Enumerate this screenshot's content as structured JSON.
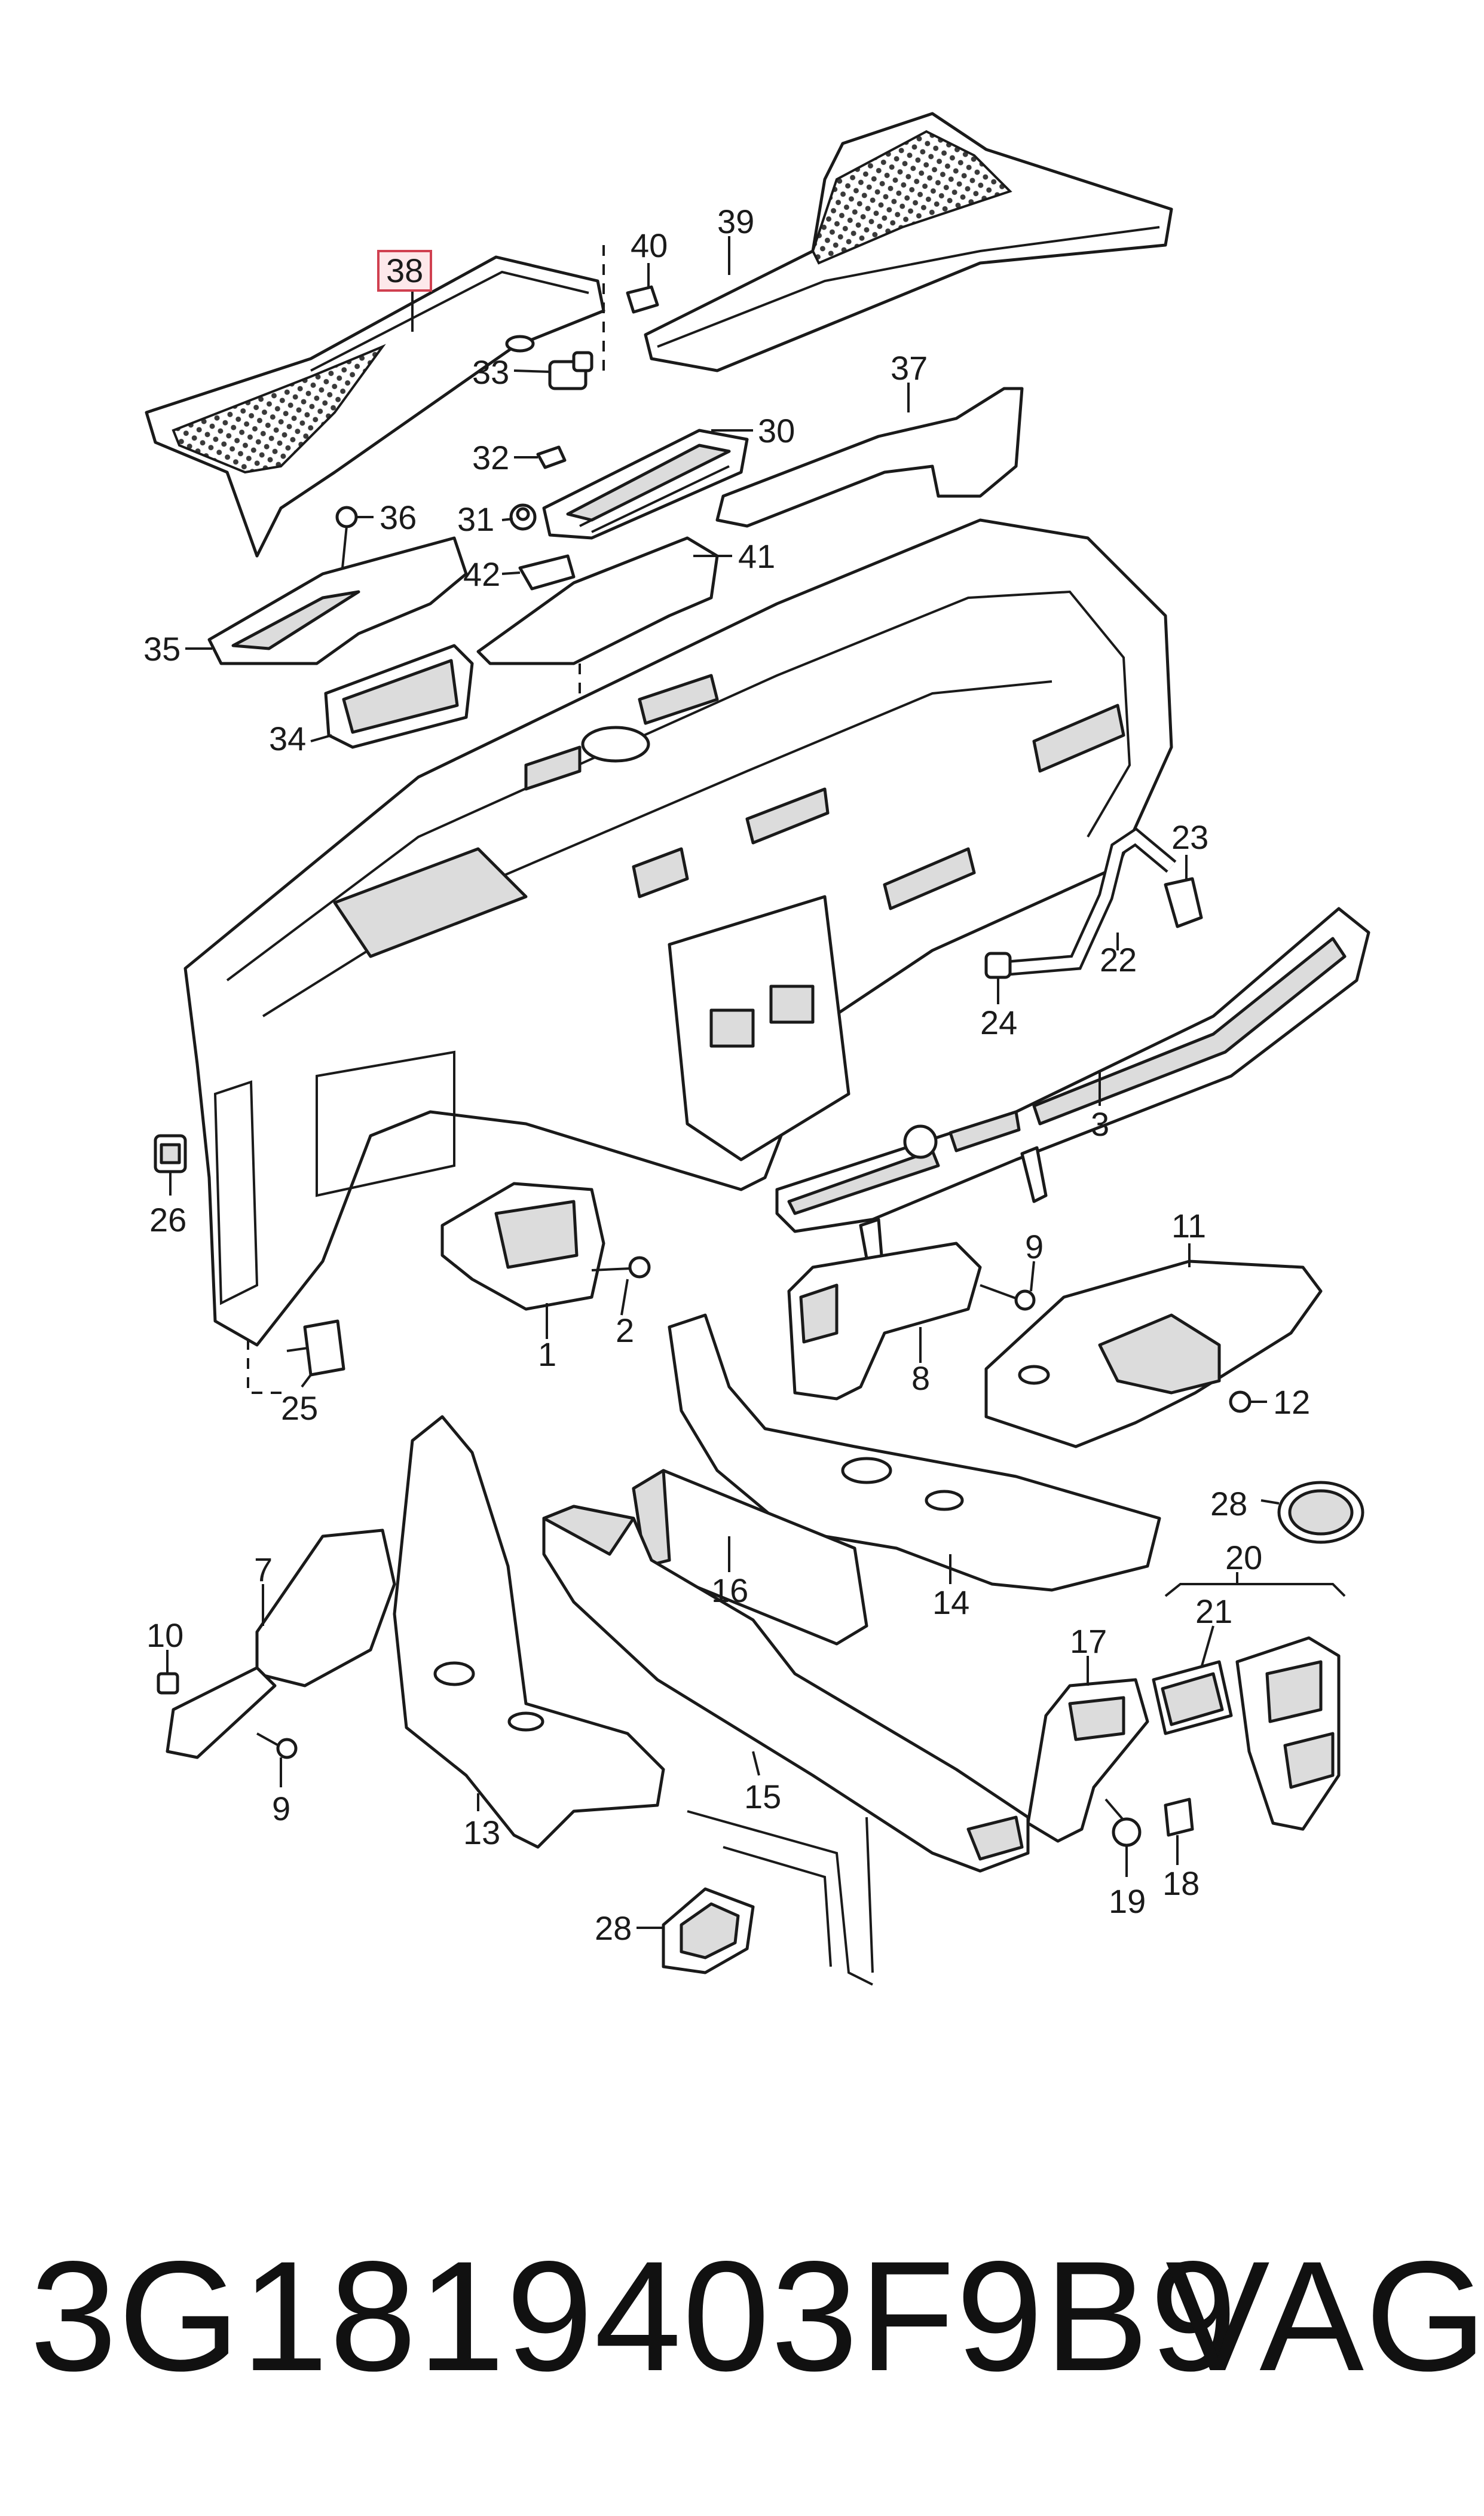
{
  "callouts": [
    {
      "id": "c38",
      "label": "38",
      "highlight": true
    },
    {
      "id": "c40",
      "label": "40"
    },
    {
      "id": "c39",
      "label": "39"
    },
    {
      "id": "c33",
      "label": "33"
    },
    {
      "id": "c30",
      "label": "30"
    },
    {
      "id": "c37",
      "label": "37"
    },
    {
      "id": "c32",
      "label": "32"
    },
    {
      "id": "c36",
      "label": "36"
    },
    {
      "id": "c31",
      "label": "31"
    },
    {
      "id": "c42",
      "label": "42"
    },
    {
      "id": "c41",
      "label": "41"
    },
    {
      "id": "c35",
      "label": "35"
    },
    {
      "id": "c34",
      "label": "34"
    },
    {
      "id": "c23",
      "label": "23"
    },
    {
      "id": "c22",
      "label": "22"
    },
    {
      "id": "c24",
      "label": "24"
    },
    {
      "id": "c3",
      "label": "3"
    },
    {
      "id": "c26",
      "label": "26"
    },
    {
      "id": "c9a",
      "label": "9"
    },
    {
      "id": "c11",
      "label": "11"
    },
    {
      "id": "c2",
      "label": "2"
    },
    {
      "id": "c1",
      "label": "1"
    },
    {
      "id": "c8",
      "label": "8"
    },
    {
      "id": "c12",
      "label": "12"
    },
    {
      "id": "c25",
      "label": "25"
    },
    {
      "id": "c28a",
      "label": "28"
    },
    {
      "id": "c20",
      "label": "20"
    },
    {
      "id": "c7",
      "label": "7"
    },
    {
      "id": "c16",
      "label": "16"
    },
    {
      "id": "c14",
      "label": "14"
    },
    {
      "id": "c21",
      "label": "21"
    },
    {
      "id": "c10",
      "label": "10"
    },
    {
      "id": "c17",
      "label": "17"
    },
    {
      "id": "c9b",
      "label": "9"
    },
    {
      "id": "c13",
      "label": "13"
    },
    {
      "id": "c15",
      "label": "15"
    },
    {
      "id": "c19",
      "label": "19"
    },
    {
      "id": "c18",
      "label": "18"
    },
    {
      "id": "c28b",
      "label": "28"
    }
  ],
  "caption": {
    "part_number": "3G1819403F9B9",
    "brand": "VAG"
  },
  "colors": {
    "line": "#1a1a1a",
    "highlight_border": "#d04050",
    "highlight_fill": "#fde8ea"
  }
}
